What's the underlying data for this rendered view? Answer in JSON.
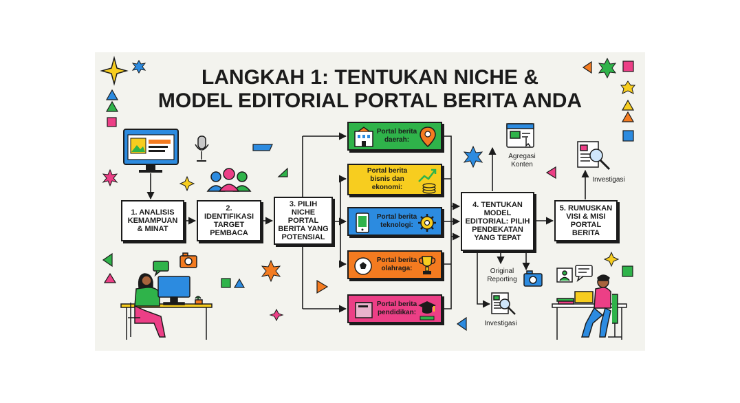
{
  "title": {
    "line1": "LANGKAH 1: TENTUKAN NICHE &",
    "line2": "MODEL EDITORIAL PORTAL BERITA ANDA"
  },
  "steps": [
    {
      "id": "step1",
      "label": "1. ANALISIS KEMAMPUAN & MINAT"
    },
    {
      "id": "step2",
      "label": "2. IDENTIFIKASI TARGET PEMBACA"
    },
    {
      "id": "step3",
      "label": "3. PILIH NICHE PORTAL BERITA YANG POTENSIAL"
    },
    {
      "id": "step4",
      "label": "4. TENTUKAN MODEL EDITORIAL: PILIH PENDEKATAN YANG TEPAT"
    },
    {
      "id": "step5",
      "label": "5. RUMUSKAN VISI & MISI PORTAL BERITA"
    }
  ],
  "niches": [
    {
      "label": "Portal berita daerah:",
      "color": "#2fb34a"
    },
    {
      "label": "Portal berita bisnis dan ekonomi:",
      "color": "#f7cd1f"
    },
    {
      "label": "Portal berita teknologi:",
      "color": "#2c8be0"
    },
    {
      "label": "Portal berita olahraga:",
      "color": "#f47b20"
    },
    {
      "label": "Portal berita pendidikan:",
      "color": "#ec3f86"
    }
  ],
  "editorial_models": {
    "agregasi": "Agregasi Konten",
    "original": "Original Reporting",
    "investigasi_bottom": "Investigasi"
  },
  "step5_note": "Investigasi",
  "colors": {
    "ink": "#1b1b1b",
    "canvas": "#f3f3ee",
    "blue": "#2c8be0",
    "green": "#2fb34a",
    "yellow": "#f7cd1f",
    "orange": "#f47b20",
    "pink": "#ec3f86"
  }
}
